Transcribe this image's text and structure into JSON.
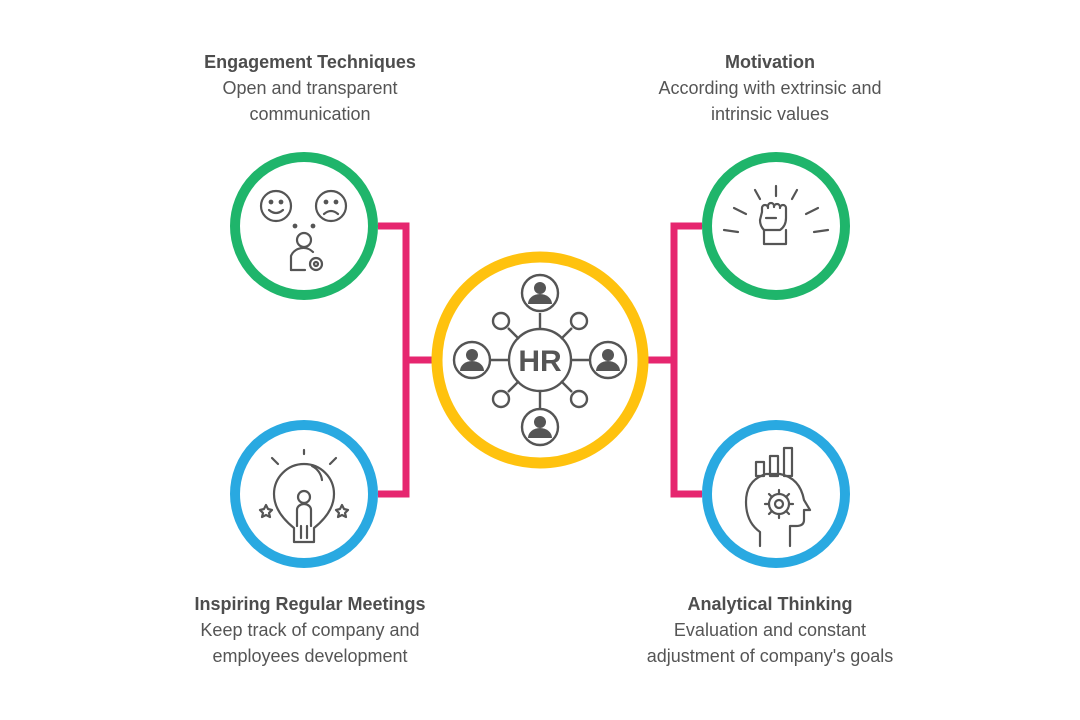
{
  "center": {
    "label": "HR",
    "ring_color": "#FFC20E"
  },
  "connector_color": "#E6266F",
  "nodes": {
    "engagement": {
      "title": "Engagement Techniques",
      "desc_line1": "Open and transparent",
      "desc_line2": "communication",
      "ring_color": "#1FB56B",
      "icon": "feedback-faces-person-gear"
    },
    "motivation": {
      "title": "Motivation",
      "desc_line1": "According with extrinsic and",
      "desc_line2": "intrinsic values",
      "ring_color": "#1FB56B",
      "icon": "raised-fist"
    },
    "meetings": {
      "title": "Inspiring Regular Meetings",
      "desc_line1": "Keep track of company and",
      "desc_line2": "employees development",
      "ring_color": "#29A9E1",
      "icon": "lightbulb-person"
    },
    "analytical": {
      "title": "Analytical Thinking",
      "desc_line1": "Evaluation and constant",
      "desc_line2": "adjustment of company's goals",
      "ring_color": "#29A9E1",
      "icon": "head-gear-chart"
    }
  }
}
